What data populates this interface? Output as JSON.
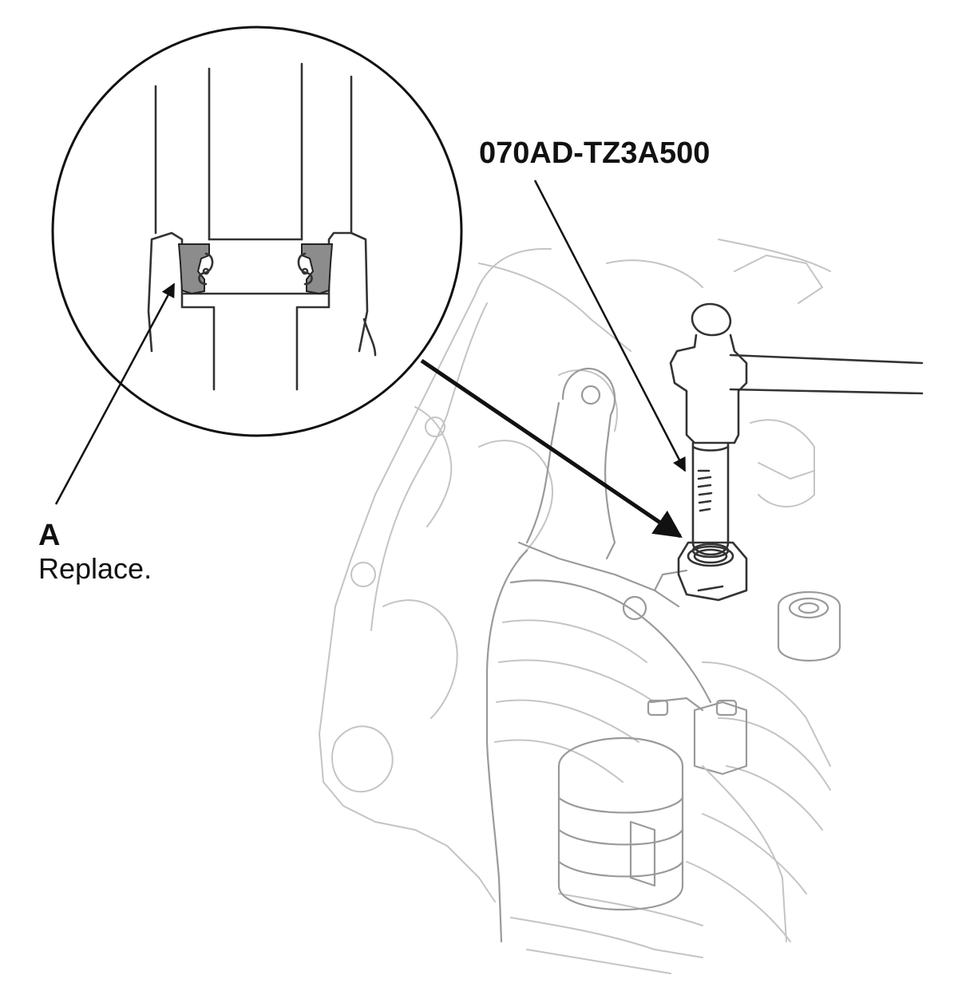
{
  "labels": {
    "tool_number": "070AD-TZ3A500",
    "callout_letter": "A",
    "callout_note": "Replace."
  },
  "colors": {
    "line": "#111111",
    "faint_line": "#c4c4c4",
    "seal_fill": "#8c8c8c",
    "background": "#ffffff"
  }
}
